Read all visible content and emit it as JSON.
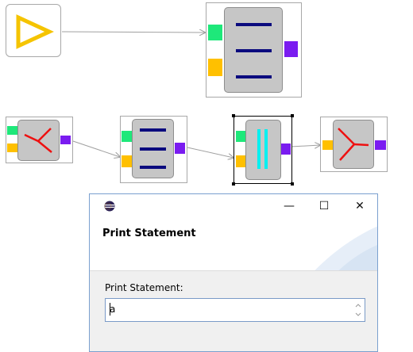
{
  "canvas": {
    "nodes": [
      {
        "id": "source",
        "icon": "play-triangle-icon"
      },
      {
        "id": "print-large",
        "icon": "three-bars-icon"
      },
      {
        "id": "merge",
        "icon": "merge-y-icon"
      },
      {
        "id": "print-small",
        "icon": "three-bars-icon"
      },
      {
        "id": "parallel",
        "icon": "double-vertical-bars-icon",
        "selected": true
      },
      {
        "id": "split",
        "icon": "split-y-icon"
      }
    ],
    "colors": {
      "port_green": "#1ee87a",
      "port_yellow": "#ffc000",
      "port_purple": "#7a1cf0",
      "bars": "#0b0b7e",
      "accent_red": "#ee1111",
      "accent_cyan": "#00f0f0",
      "source_triangle": "#f5c400"
    }
  },
  "dialog": {
    "window_controls": {
      "minimize": "—",
      "maximize": "☐",
      "close": "✕"
    },
    "header_title": "Print Statement",
    "field_label": "Print Statement:",
    "field_value": "a"
  }
}
